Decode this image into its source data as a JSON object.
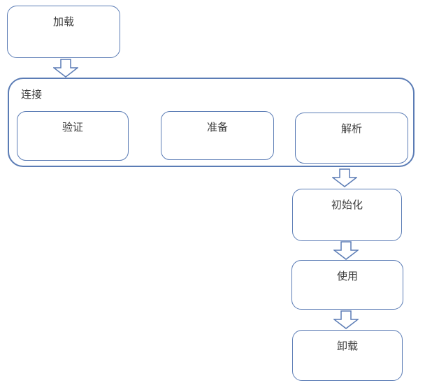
{
  "diagram": {
    "type": "flowchart",
    "nodes": {
      "load": {
        "label": "加载"
      },
      "link": {
        "label": "连接"
      },
      "verify": {
        "label": "验证"
      },
      "prepare": {
        "label": "准备"
      },
      "resolve": {
        "label": "解析"
      },
      "initialize": {
        "label": "初始化"
      },
      "use": {
        "label": "使用"
      },
      "unload": {
        "label": "卸载"
      }
    },
    "link_children": [
      "验证",
      "准备",
      "解析"
    ],
    "flow": [
      {
        "from": "加载",
        "to": "连接"
      },
      {
        "from": "连接",
        "to": "初始化"
      },
      {
        "from": "初始化",
        "to": "使用"
      },
      {
        "from": "使用",
        "to": "卸载"
      }
    ],
    "colors": {
      "border": "#5b7cb5",
      "text": "#3d3d3d",
      "node_fill": "#ffffff",
      "background": "#ffffff"
    }
  }
}
